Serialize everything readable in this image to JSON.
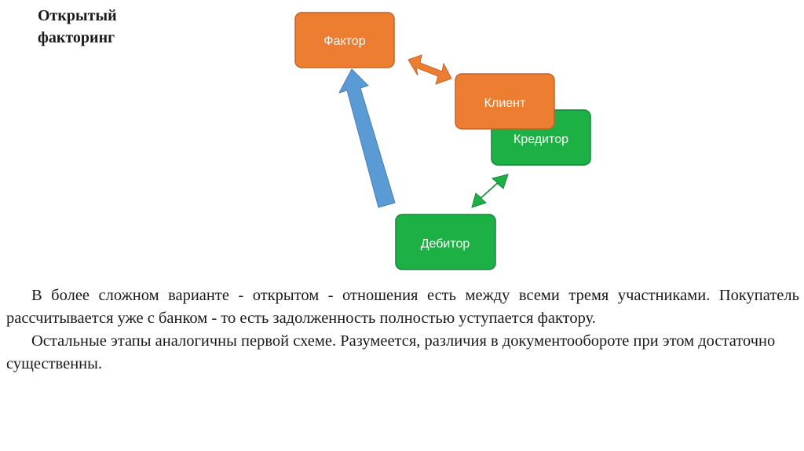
{
  "title": {
    "line1": "Открытый",
    "line2": "факторинг"
  },
  "diagram": {
    "nodes": {
      "factor": {
        "label": "Фактор",
        "color": "#ED7D31"
      },
      "client": {
        "label": "Клиент",
        "color": "#ED7D31"
      },
      "creditor": {
        "label": "Кредитор",
        "color": "#1DB045"
      },
      "debtor": {
        "label": "Дебитор",
        "color": "#1DB045"
      }
    },
    "arrows": {
      "debtor_to_factor": {
        "color": "#5B9BD5"
      },
      "factor_client": {
        "color": "#ED7D31"
      },
      "creditor_debtor": {
        "color": "#1DB045"
      }
    }
  },
  "body": {
    "p1": "В более сложном варианте - открытом - отношения есть между всеми тремя участниками. Покупатель рассчитывается уже с банком - то есть задолженность полностью уступается фактору.",
    "p2": "Остальные этапы аналогичны первой схеме. Разумеется, различия в документообороте при этом достаточно существенны."
  }
}
